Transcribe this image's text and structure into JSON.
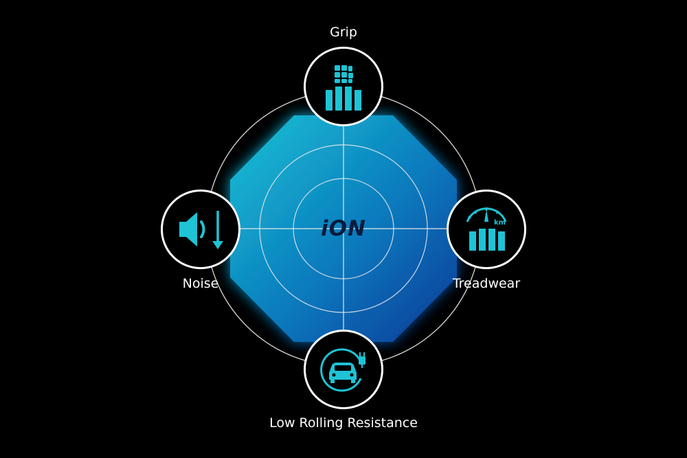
{
  "brand": {
    "name": "iON"
  },
  "axes": {
    "top": {
      "label": "Grip",
      "icon": "tire-grip-icon"
    },
    "right": {
      "label": "Treadwear",
      "icon": "odometer-tire-icon"
    },
    "bottom": {
      "label": "Low Rolling Resistance",
      "icon": "electric-car-plug-icon"
    },
    "left": {
      "label": "Noise",
      "icon": "speaker-noise-down-icon"
    }
  },
  "colors": {
    "background": "#000000",
    "accent": "#1ec3d6",
    "shape_top": "#16c4d8",
    "shape_bottom": "#0a3d9e",
    "lines": "#ffffff"
  }
}
